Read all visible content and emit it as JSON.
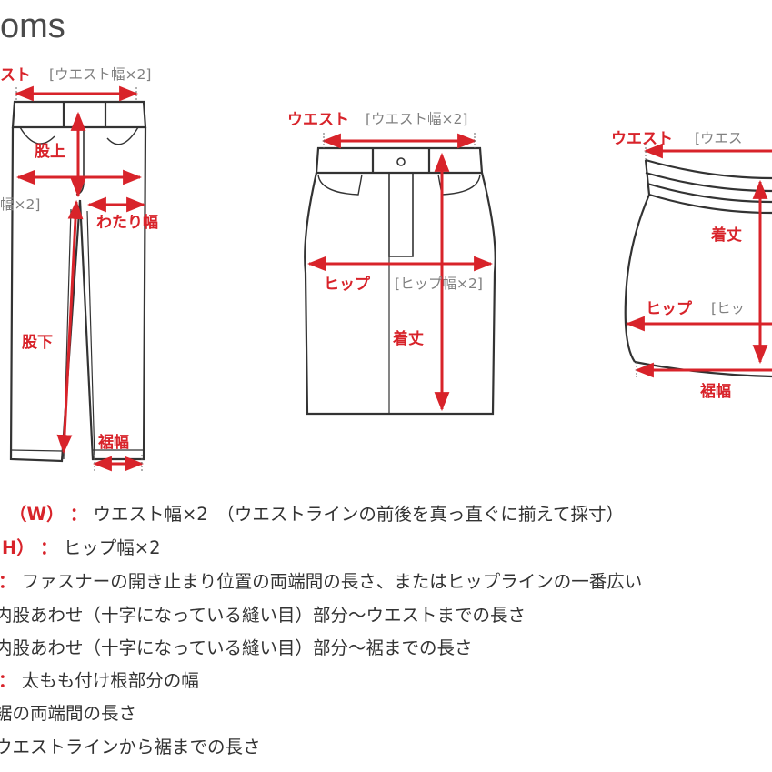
{
  "page": {
    "title": "oms"
  },
  "colors": {
    "accent": "#d8232a",
    "garment_outline": "#333333",
    "bracket_text": "#808080"
  },
  "labels": {
    "pants_waist": "スト",
    "pants_waist_note": "[ウエスト幅×2]",
    "pants_rise": "股上",
    "pants_hip_note": "幅×2]",
    "pants_thigh": "わたり幅",
    "pants_inseam": "股下",
    "pants_hem": "裾幅",
    "skirt1_waist": "ウエスト",
    "skirt1_waist_note": "[ウエスト幅×2]",
    "skirt1_hip": "ヒップ",
    "skirt1_hip_note": "[ヒップ幅×2]",
    "skirt1_length": "着丈",
    "skirt2_waist": "ウエスト",
    "skirt2_waist_note": "[ウエス",
    "skirt2_length": "着丈",
    "skirt2_hip": "ヒップ",
    "skirt2_hip_note": "[ヒッ",
    "skirt2_hem": "裾幅"
  },
  "descriptions": [
    {
      "key": "（W）",
      "colon": "：",
      "text": "ウエスト幅×2　（ウエストラインの前後を真っ直ぐに揃えて採寸）"
    },
    {
      "key": "H）",
      "colon": "：",
      "text": "ヒップ幅×2"
    },
    {
      "key": "：",
      "colon": "",
      "text": "ファスナーの開き止まり位置の両端間の長さ、またはヒップラインの一番広い"
    },
    {
      "key": "",
      "colon": "",
      "text": "内股あわせ（十字になっている縫い目）部分〜ウエストまでの長さ"
    },
    {
      "key": "",
      "colon": "",
      "text": "内股あわせ（十字になっている縫い目）部分〜裾までの長さ"
    },
    {
      "key": "：",
      "colon": "",
      "text": "太もも付け根部分の幅"
    },
    {
      "key": "",
      "colon": "",
      "text": "裾の両端間の長さ"
    },
    {
      "key": "",
      "colon": "",
      "text": "ウエストラインから裾までの長さ"
    }
  ]
}
